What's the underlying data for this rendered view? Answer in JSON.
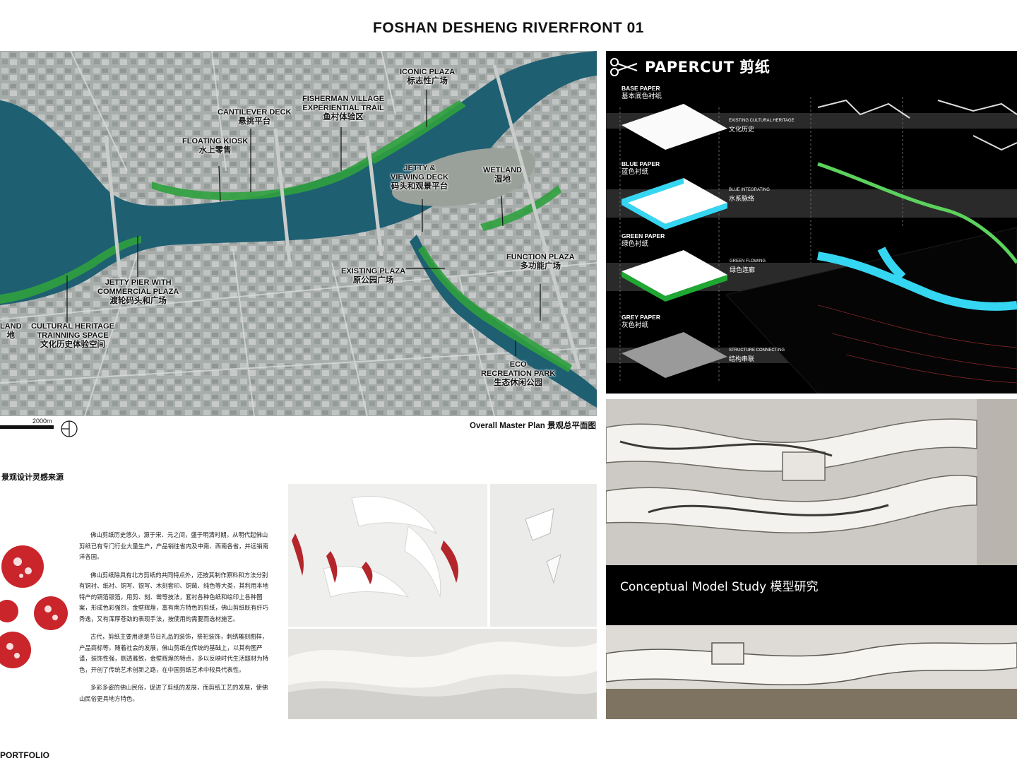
{
  "title": "FOSHAN DESHENG RIVERFRONT 01",
  "map": {
    "labels": [
      {
        "en": "ICONIC PLAZA",
        "zh": "标志性广场"
      },
      {
        "en": "FISHERMAN VILLAGE",
        "en2": "EXPERIENTIAL TRAIL",
        "zh": "鱼村体验区"
      },
      {
        "en": "CANTILEVER DECK",
        "zh": "悬挑平台"
      },
      {
        "en": "FLOATING KIOSK",
        "zh": "水上零售"
      },
      {
        "en": "JETTY &",
        "en2": "VIEWING DECK",
        "zh": "码头和观景平台"
      },
      {
        "en": "WETLAND",
        "zh": "湿地"
      },
      {
        "en": "FUNCTION PLAZA",
        "zh": "多功能广场"
      },
      {
        "en": "EXISTING PLAZA",
        "zh": "原公园广场"
      },
      {
        "en": "JETTY PIER WITH",
        "en2": "COMMERCIAL PLAZA",
        "zh": "渡轮码头和广场"
      },
      {
        "en": "CULTURAL HERITAGE",
        "en2": "TRAINNING SPACE",
        "zh": "文化历史体验空间"
      },
      {
        "en": "LAND",
        "zh": "地"
      },
      {
        "en": "ECO",
        "en2": "RECREATION PARK",
        "zh": "生态休闲公园"
      }
    ],
    "scale_label": "2000m",
    "caption": "Overall Master Plan 景观总平面图"
  },
  "inspiration": {
    "heading": "景观设计灵感来源",
    "paragraphs": [
      "佛山剪纸历史悠久，源于宋、元之间，盛于明清时期。从明代起佛山剪纸已有专门行业大量生产，产品销往省内及中南、西南各省，并远销南洋各国。",
      "佛山剪纸除具有北方剪纸的共同特点外，还按其制作原料和方法分别有铜衬、纸衬、铜写、银写、木刻套印、铜凿、纯色等大类，其利用本地特产的铜箔银箔，用剪、刻、凿等技法，套衬各种色纸和绘印上各种图案，形成色彩强烈，金壁辉煌，富有南方特色的剪纸，佛山剪纸既有纤巧秀逸，又有浑厚苍劲的表现手法，按使用的需要而选材施艺。",
      "古代，剪纸主要用途是节日礼品的装饰，祭祀装饰，刺绣雕刻图样，产品商标等。随着社会的发展，佛山剪纸在传统的基础上，以其构图严谨，装饰性强，剔透雅致，金壁辉煌的特点，多以反映时代生活题材为特色，开创了传统艺术创新之路，在中国剪纸艺术中较具代表性。",
      "多彩多姿的佛山民俗，促进了剪纸的发展，而剪纸工艺的发展，使佛山民俗更具地方特色。"
    ]
  },
  "papercut": {
    "title": "PAPERCUT 剪纸",
    "layers": [
      {
        "name": "BASE PAPER",
        "zh": "基本底色衬纸",
        "note": "EXISTING CULTURAL HERITAGE",
        "note_zh": "文化历史",
        "color": "#ffffff"
      },
      {
        "name": "BLUE PAPER",
        "zh": "蓝色衬纸",
        "note": "BLUE INTEGRATING",
        "note_zh": "水系脉络",
        "color": "#35d6f2"
      },
      {
        "name": "GREEN PAPER",
        "zh": "绿色衬纸",
        "note": "GREEN FLOWING",
        "note_zh": "绿色连廊",
        "color": "#1ea832"
      },
      {
        "name": "GREY PAPER",
        "zh": "灰色衬纸",
        "note": "STRUCTURE CONNECTING",
        "note_zh": "结构串联",
        "color": "#9a9a9a"
      }
    ]
  },
  "model": {
    "caption": "Conceptual Model Study 模型研究"
  },
  "footer": "PORTFOLIO",
  "colors": {
    "river": "#1e5f72",
    "green": "#2fa13e",
    "panel": "#000000"
  }
}
